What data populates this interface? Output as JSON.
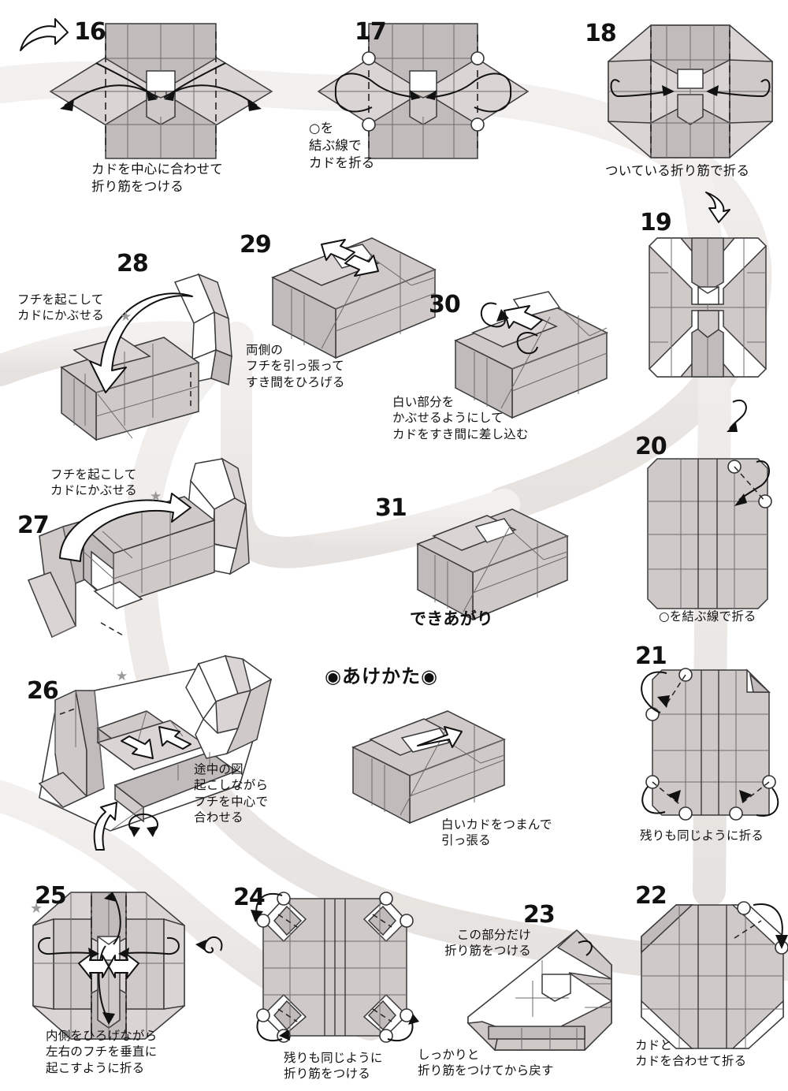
{
  "document": {
    "kind": "origami-instruction-diagram",
    "title_marks": {
      "finished_label": "できあがり",
      "open_section_header": "◉あけかた◉"
    }
  },
  "palette": {
    "paper_face": "#cfc9c8",
    "paper_face_dark": "#c2bbbb",
    "paper_face_light": "#dad5d4",
    "paper_white": "#ffffff",
    "outline": "#3b3b3b",
    "crease": "#6e6a6a",
    "ink": "#111111",
    "ribbon": "#ebe8e6",
    "star": "#9a9a9a"
  },
  "steps": [
    {
      "id": "step-16",
      "number": "16",
      "caption": "カドを中心に合わせて\n折り筋をつける",
      "shape": "diamond-with-center-creases",
      "markers": []
    },
    {
      "id": "step-17",
      "number": "17",
      "caption": "○を\n結ぶ線で\nカドを折る",
      "shape": "diamond-side-flaps",
      "markers": [
        "circle",
        "circle"
      ]
    },
    {
      "id": "step-18",
      "number": "18",
      "caption": "ついている折り筋で折る",
      "shape": "octagon-side-folds",
      "markers": []
    },
    {
      "id": "step-19",
      "number": "19",
      "caption": "",
      "shape": "rounded-square-x-creases",
      "markers": []
    },
    {
      "id": "step-20",
      "number": "20",
      "caption": "○を結ぶ線で折る",
      "shape": "rounded-square-grid",
      "markers": [
        "circle",
        "circle"
      ]
    },
    {
      "id": "step-21",
      "number": "21",
      "caption": "残りも同じように折る",
      "shape": "rounded-square-corner-folds",
      "markers": [
        "circle",
        "circle",
        "circle",
        "circle",
        "circle",
        "circle"
      ]
    },
    {
      "id": "step-22",
      "number": "22",
      "caption": "カドと\nカドを合わせて折る",
      "shape": "octagon-corner-triangles",
      "markers": [
        "circle",
        "circle"
      ]
    },
    {
      "id": "step-23",
      "number": "23",
      "caption": "しっかりと\n折り筋をつけてから戻す",
      "caption_secondary": "この部分だけ\n折り筋をつける",
      "shape": "corner-closeup",
      "markers": []
    },
    {
      "id": "step-24",
      "number": "24",
      "caption": "残りも同じように\n折り筋をつける",
      "shape": "rounded-square-four-corner-creases",
      "markers": [
        "circle",
        "circle",
        "circle",
        "circle",
        "circle",
        "circle",
        "circle",
        "circle"
      ]
    },
    {
      "id": "step-25",
      "number": "25",
      "caption": "内側をひろげながら\n左右のフチを垂直に\n起こすように折る",
      "shape": "octagon-open-inside",
      "markers": [
        "star"
      ]
    },
    {
      "id": "step-26",
      "number": "26",
      "caption": "途中の図\n起こしながら\nフチを中心で\n合わせる",
      "shape": "3d-partially-formed-box",
      "markers": [
        "star"
      ]
    },
    {
      "id": "step-27",
      "number": "27",
      "caption": "フチを起こして\nカドにかぶせる",
      "shape": "3d-box-with-flap",
      "markers": [
        "star"
      ]
    },
    {
      "id": "step-28",
      "number": "28",
      "caption": "フチを起こして\nカドにかぶせる",
      "shape": "3d-box-with-flap",
      "markers": [
        "star"
      ]
    },
    {
      "id": "step-29",
      "number": "29",
      "caption": "両側の\nフチを引っ張って\nすき間をひろげる",
      "shape": "3d-box-open-gap",
      "markers": []
    },
    {
      "id": "step-30",
      "number": "30",
      "caption": "白い部分を\nかぶせるようにして\nカドをすき間に差し込む",
      "shape": "3d-box-tuck",
      "markers": []
    },
    {
      "id": "step-31",
      "number": "31",
      "caption": "できあがり",
      "shape": "3d-finished-box",
      "markers": []
    }
  ],
  "open_section": {
    "header": "◉あけかた◉",
    "caption": "白いカドをつまんで\n引っ張る"
  }
}
